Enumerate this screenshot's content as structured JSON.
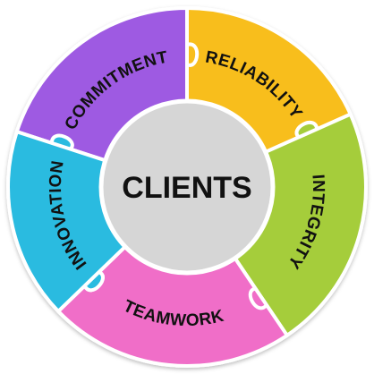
{
  "center": {
    "label": "CLIENTS",
    "color": "#d6d6d6"
  },
  "segments": [
    {
      "id": "commitment",
      "label": "COMMITMENT",
      "color": "#9e5ae2"
    },
    {
      "id": "reliability",
      "label": "RELIABILITY",
      "color": "#f8be1c"
    },
    {
      "id": "integrity",
      "label": "INTEGRITY",
      "color": "#a5cd3a"
    },
    {
      "id": "teamwork",
      "label": "TEAMWORK",
      "color": "#f06ec8"
    },
    {
      "id": "innovation",
      "label": "INNOVATION",
      "color": "#2bbbe0"
    }
  ]
}
